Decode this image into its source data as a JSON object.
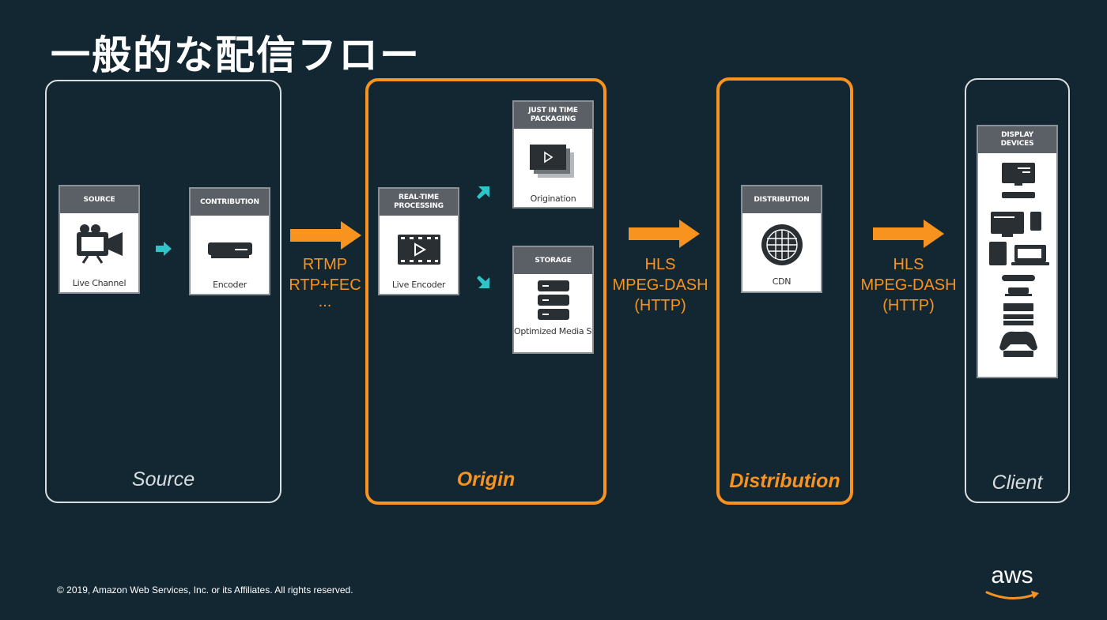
{
  "title": "一般的な配信フロー",
  "stages": {
    "source": "Source",
    "origin": "Origin",
    "distribution": "Distribution",
    "client": "Client"
  },
  "cards": {
    "source": {
      "header": "SOURCE",
      "label": "Live Channel"
    },
    "contribution": {
      "header": "CONTRIBUTION",
      "label": "Encoder"
    },
    "realtime": {
      "header": "REAL-TIME PROCESSING",
      "label": "Live Encoder"
    },
    "jit": {
      "header": "JUST IN TIME PACKAGING",
      "label": "Origination"
    },
    "storage": {
      "header": "STORAGE",
      "label": "Optimized Media Storage"
    },
    "distribution": {
      "header": "DISTRIBUTION",
      "label": "CDN"
    },
    "display": {
      "header": "DISPLAY DEVICES"
    }
  },
  "protocols": {
    "ingest": [
      "RTMP",
      "RTP+FEC",
      "..."
    ],
    "delivery": [
      "HLS",
      "MPEG-DASH",
      "(HTTP)"
    ],
    "playback": [
      "HLS",
      "MPEG-DASH",
      "(HTTP)"
    ]
  },
  "footer": "© 2019, Amazon Web Services, Inc. or its Affiliates. All rights reserved.",
  "logo": "aws",
  "colors": {
    "background": "#132733",
    "accent": "#f7931e",
    "teal": "#2ec4c8",
    "card_header": "#5b6066"
  }
}
